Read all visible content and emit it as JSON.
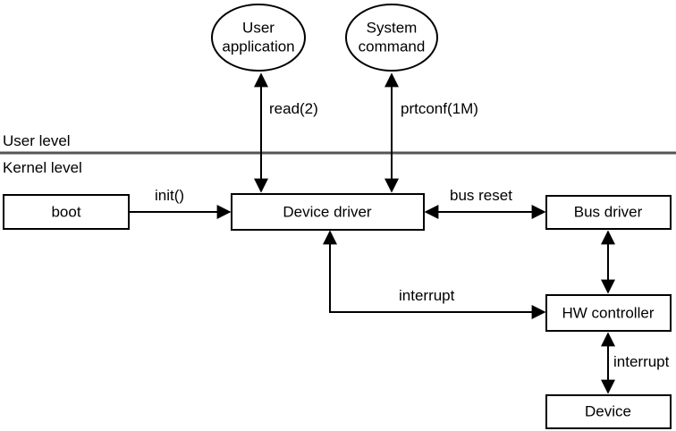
{
  "levels": {
    "user": "User level",
    "kernel": "Kernel level"
  },
  "nodes": {
    "user_application": [
      "User",
      "application"
    ],
    "system_command": [
      "System",
      "command"
    ],
    "boot": "boot",
    "device_driver": "Device driver",
    "bus_driver": "Bus driver",
    "hw_controller": "HW controller",
    "device": "Device"
  },
  "edges": {
    "read": "read(2)",
    "prtconf": "prtconf(1M)",
    "init": "init()",
    "bus_reset": "bus reset",
    "interrupt_driver": "interrupt",
    "interrupt_device": "interrupt"
  }
}
